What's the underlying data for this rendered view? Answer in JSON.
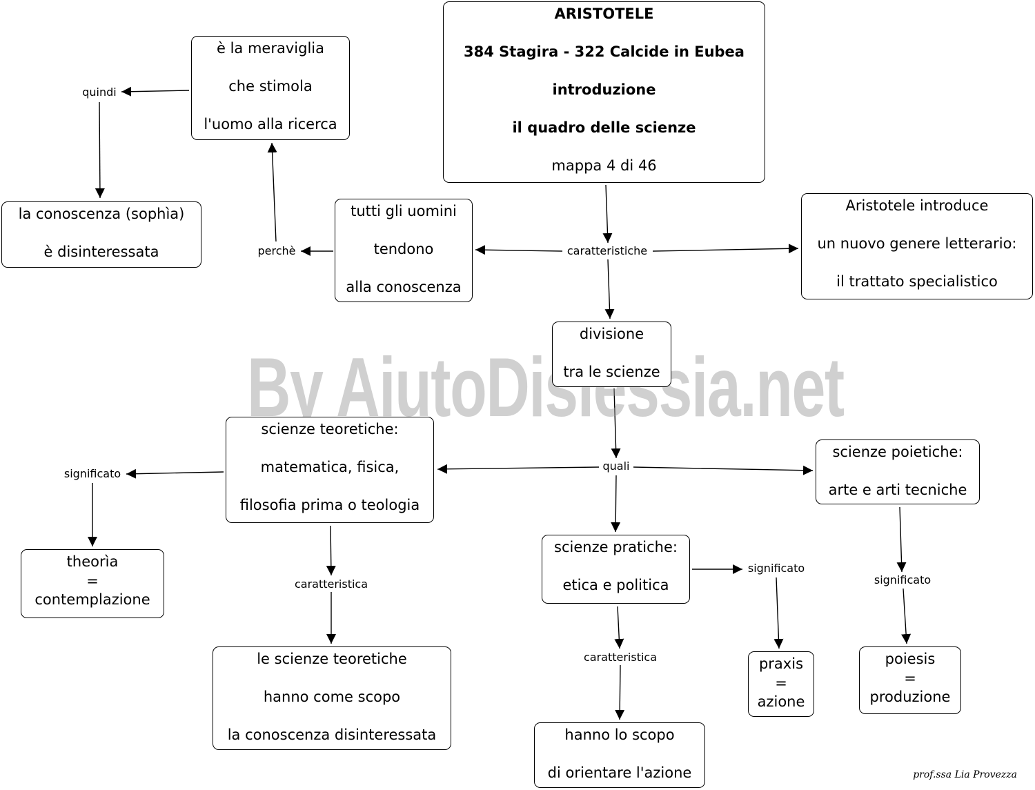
{
  "watermark": "By AiutoDislessia.net",
  "signature": "prof.ssa Lia Provezza",
  "nodes": {
    "title": [
      "ARISTOTELE",
      "",
      "384 Stagira - 322 Calcide in Eubea",
      "",
      "introduzione",
      "",
      "il quadro delle scienze",
      ""
    ],
    "map_counter": "mappa 4 di 46",
    "meraviglia": [
      "è la meraviglia",
      "",
      "che stimola",
      "",
      "l'uomo alla ricerca"
    ],
    "conoscenza_sophia": [
      "la conoscenza (sophìa)",
      "",
      "è disinteressata"
    ],
    "tutti_uomini": [
      "tutti gli uomini",
      "",
      "tendono",
      "",
      "alla conoscenza"
    ],
    "trattato": [
      "Aristotele introduce",
      "",
      "un nuovo genere letterario:",
      "",
      "il trattato specialistico"
    ],
    "divisione": [
      "divisione",
      "",
      "tra le scienze"
    ],
    "teoretiche": [
      "scienze teoretiche:",
      "",
      "matematica, fisica,",
      "",
      "filosofia prima o teologia"
    ],
    "poietiche": [
      "scienze poietiche:",
      "",
      "arte e arti tecniche"
    ],
    "pratiche": [
      "scienze pratiche:",
      "",
      "etica e politica"
    ],
    "theoria": [
      "theorìa",
      "=",
      "contemplazione"
    ],
    "scopo_teoretiche": [
      "le scienze teoretiche",
      "",
      "hanno come scopo",
      "",
      "la conoscenza disinteressata"
    ],
    "scopo_pratiche": [
      "hanno lo scopo",
      "",
      "di orientare l'azione"
    ],
    "praxis": [
      "praxis",
      "=",
      "azione"
    ],
    "poiesis": [
      "poiesis",
      "=",
      "produzione"
    ]
  },
  "links": {
    "quindi": "quindi",
    "perche": "perchè",
    "caratteristiche": "caratteristiche",
    "quali": "quali",
    "significato_teoretiche": "significato",
    "caratteristica_teoretiche": "caratteristica",
    "significato_pratiche": "significato",
    "caratteristica_pratiche": "caratteristica",
    "significato_poietiche": "significato"
  }
}
